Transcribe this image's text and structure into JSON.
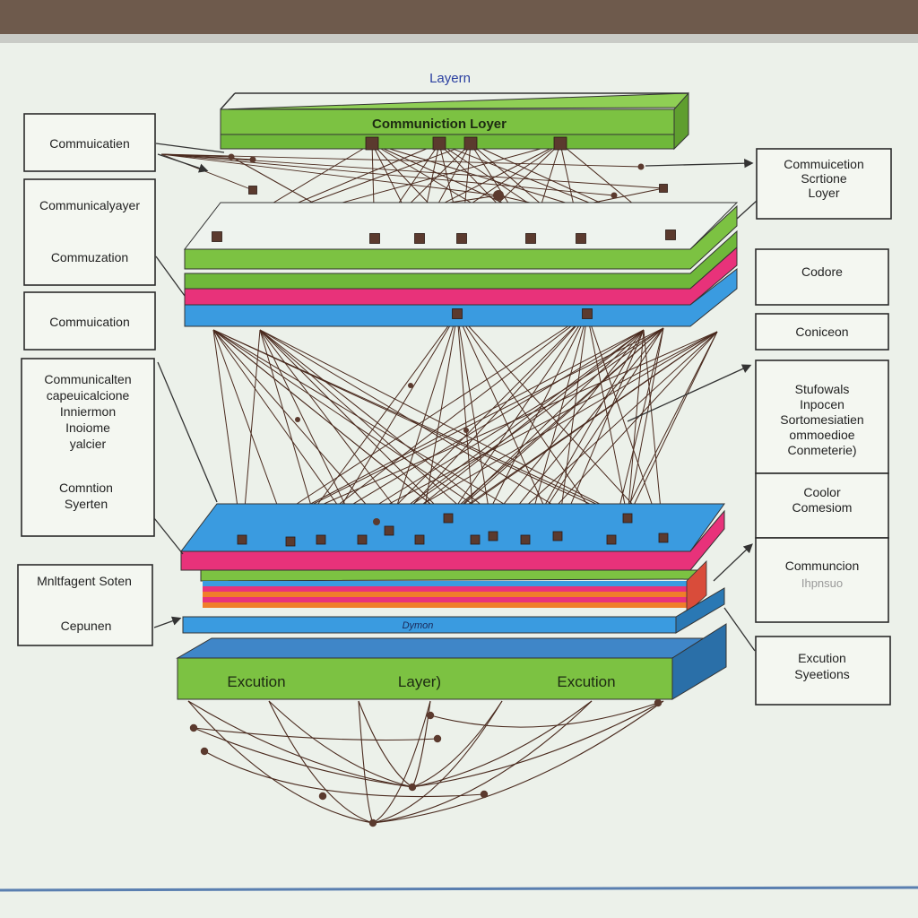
{
  "diagram": {
    "title": "Layern",
    "top_layer_label": "Communiction Loyer",
    "thin_layer_label": "Dymon",
    "bottom_layer_left": "Excution",
    "bottom_layer_middle": "Layer)",
    "bottom_layer_right": "Excution"
  },
  "left_boxes": [
    {
      "lines": [
        "Commuicatien"
      ]
    },
    {
      "lines": [
        "Communicalyayer",
        "",
        "Commuzation"
      ]
    },
    {
      "lines": [
        "Commuication"
      ]
    },
    {
      "lines": [
        "Communicalten",
        "capeuicalcione",
        "Inniermon",
        "Inoiome",
        "yalcier",
        "",
        "Comntion",
        "Syerten"
      ]
    },
    {
      "lines": [
        "Mnltfagent Soten",
        "",
        "Cepunen"
      ]
    }
  ],
  "right_boxes": [
    {
      "lines": [
        "Commuicetion",
        "Scrtione",
        "Loyer"
      ]
    },
    {
      "lines": [
        "Codore"
      ]
    },
    {
      "lines": [
        "Coniceon"
      ]
    },
    {
      "lines": [
        "Stufowals",
        "Inpocen",
        "Sortomesiatien",
        "ommoedioe",
        "Conmeterie)"
      ]
    },
    {
      "lines": [
        "Coolor",
        "Comesiom"
      ]
    },
    {
      "lines": [
        "Communcion",
        "Ihpnsuo"
      ]
    },
    {
      "lines": [
        "Excution",
        "Syeetions"
      ]
    }
  ],
  "colors": {
    "screen": "#ecf1ea",
    "green": "#7cc242",
    "green_side": "#5f9e2f",
    "pink": "#e8327a",
    "blue": "#3a9be0",
    "blue_side": "#2a78b4",
    "orange": "#f07d2a",
    "edge": "#4a2a1e",
    "node": "#5b3a2e",
    "title_blue": "#2a3fa0"
  },
  "icons": [
    "arrow-icon",
    "node-icon"
  ]
}
